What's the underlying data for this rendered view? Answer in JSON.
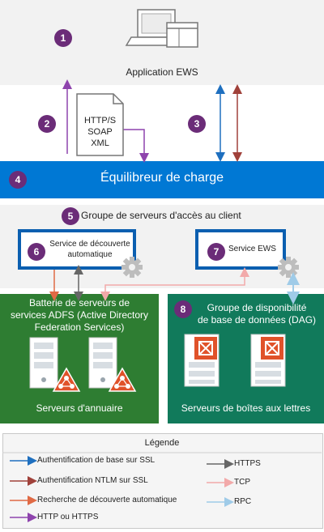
{
  "colors": {
    "band_gray": "#f2f2f2",
    "load_balancer": "#0078d4",
    "green": "#2e7d32",
    "teal": "#117a5b",
    "badge": "#6b2c78",
    "basic_ssl": "#1e6fbf",
    "ntlm_ssl": "#a0413a",
    "autodiscover": "#e06a45",
    "http": "#8e44ad",
    "https": "#666666",
    "tcp": "#f2a9a9",
    "rpc": "#9fcbe8"
  },
  "steps": [
    "1",
    "2",
    "3",
    "4",
    "5",
    "6",
    "7",
    "8"
  ],
  "client": {
    "label": "Application EWS"
  },
  "protocol_doc": {
    "lines": [
      "HTTP/S",
      "SOAP",
      "XML"
    ]
  },
  "load_balancer": {
    "label": "Équilibreur de charge"
  },
  "cas": {
    "title": "Groupe de serveurs d'accès au client",
    "autodiscover_lines": [
      "Service de découverte",
      "automatique"
    ],
    "ews": "Service EWS"
  },
  "adfs": {
    "title_lines": [
      "Batterie de serveurs de",
      "services ADFS (Active Directory",
      "Federation Services)"
    ],
    "footer": "Serveurs d'annuaire"
  },
  "dag": {
    "title_lines": [
      "Groupe de disponibilité",
      "de base de données (DAG)"
    ],
    "footer": "Serveurs de boîtes aux lettres"
  },
  "legend": {
    "title": "Légende",
    "left": [
      {
        "label": "Authentification de base sur SSL",
        "color": "#1e6fbf"
      },
      {
        "label": "Authentification NTLM sur SSL",
        "color": "#a0413a"
      },
      {
        "label": "Recherche de découverte automatique",
        "color": "#e06a45"
      },
      {
        "label": "HTTP ou HTTPS",
        "color": "#8e44ad"
      }
    ],
    "right": [
      {
        "label": "HTTPS",
        "color": "#666666"
      },
      {
        "label": "TCP",
        "color": "#f2a9a9"
      },
      {
        "label": "RPC",
        "color": "#9fcbe8"
      }
    ]
  }
}
